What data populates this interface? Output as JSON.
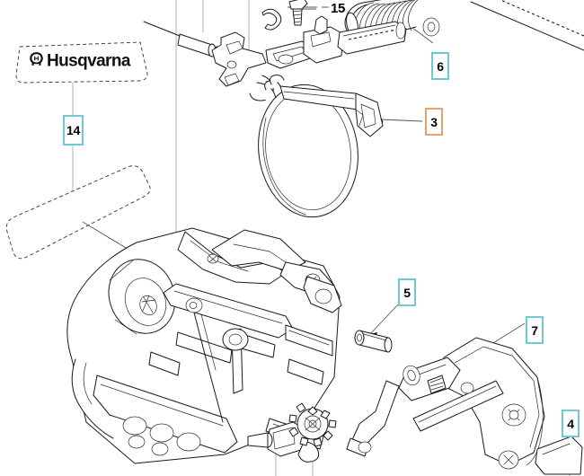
{
  "diagram": {
    "title": "Husqvarna chainsaw chain brake assembly exploded parts diagram",
    "brand": "Husqvarna",
    "brand_mark": "husqvarna-crown-icon",
    "line_color": "#1a1a1a",
    "callout_border_color": "#6fc9d4",
    "callout_accent_color": "#e8a36b",
    "background_color": "#ffffff",
    "leader_color": "#bdbdbd"
  },
  "callouts": [
    {
      "id": "14",
      "label": "14",
      "style": "boxed",
      "part": "decal-husqvarna"
    },
    {
      "id": "6",
      "label": "6",
      "style": "boxed",
      "part": "brake-spring"
    },
    {
      "id": "3",
      "label": "3",
      "style": "accent",
      "part": "brake-band"
    },
    {
      "id": "15",
      "label": "15",
      "style": "bare",
      "part": "screw"
    },
    {
      "id": "5",
      "label": "5",
      "style": "boxed",
      "part": "pin-roller"
    },
    {
      "id": "7",
      "label": "7",
      "style": "boxed",
      "part": "handle-bracket"
    },
    {
      "id": "4",
      "label": "4",
      "style": "boxed",
      "part": "clutch-cover"
    }
  ],
  "parts": {
    "decal": {
      "name": "Husqvarna decal",
      "text": "Husqvarna"
    },
    "spring": {
      "name": "coil spring"
    },
    "band": {
      "name": "chain brake band"
    },
    "linkage": {
      "name": "brake lever linkage"
    },
    "housing": {
      "name": "clutch cover housing"
    },
    "bracket": {
      "name": "handle bracket"
    },
    "sprocket": {
      "name": "sprocket"
    },
    "pin": {
      "name": "pin"
    }
  }
}
